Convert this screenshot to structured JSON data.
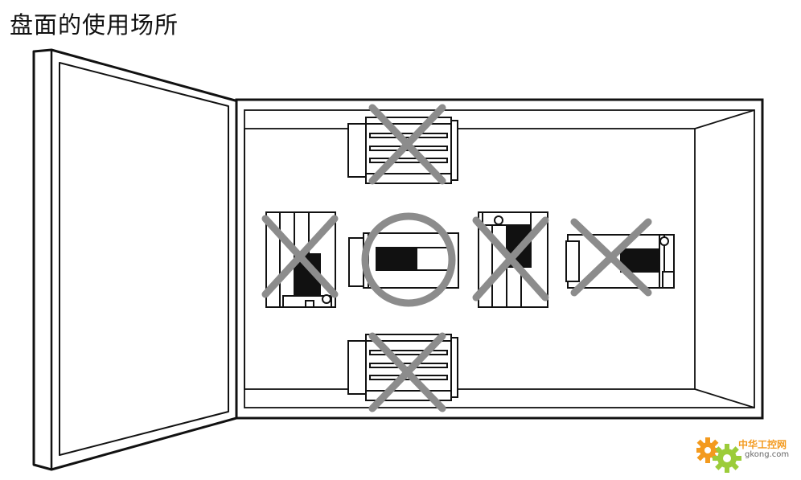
{
  "title": "盘面的使用场所",
  "watermark": {
    "name": "中华工控网",
    "domain": "gkong.com",
    "icon": "gear-icon"
  },
  "colors": {
    "line": "#111111",
    "mark": "#8c8c8c",
    "watermark_orange": "#f39a1e",
    "watermark_green": "#9ccc3a"
  },
  "placements": [
    {
      "position": "top",
      "allowed": false
    },
    {
      "position": "left",
      "allowed": false
    },
    {
      "position": "center",
      "allowed": true
    },
    {
      "position": "center-right",
      "allowed": false
    },
    {
      "position": "right",
      "allowed": false
    },
    {
      "position": "bottom",
      "allowed": false
    }
  ]
}
